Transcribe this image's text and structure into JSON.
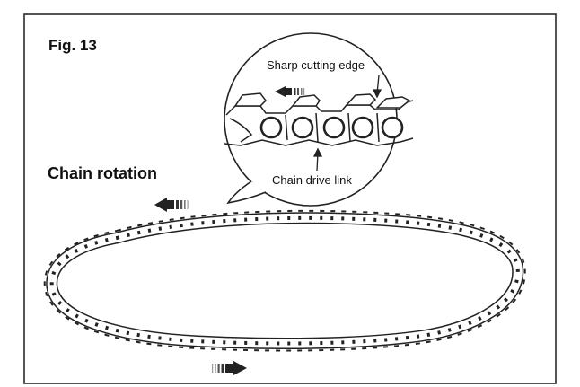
{
  "figure": {
    "label": "Fig. 13",
    "rotation_title": "Chain rotation"
  },
  "callout": {
    "sharp_edge_label": "Sharp cutting edge",
    "drive_link_label": "Chain drive link"
  },
  "icons": {
    "top_arrow": "arrow-left-icon",
    "callout_arrow": "arrow-left-icon",
    "bottom_arrow": "arrow-right-icon"
  },
  "colors": {
    "line": "#222222",
    "frame": "#2a2a2a",
    "background": "#ffffff"
  }
}
